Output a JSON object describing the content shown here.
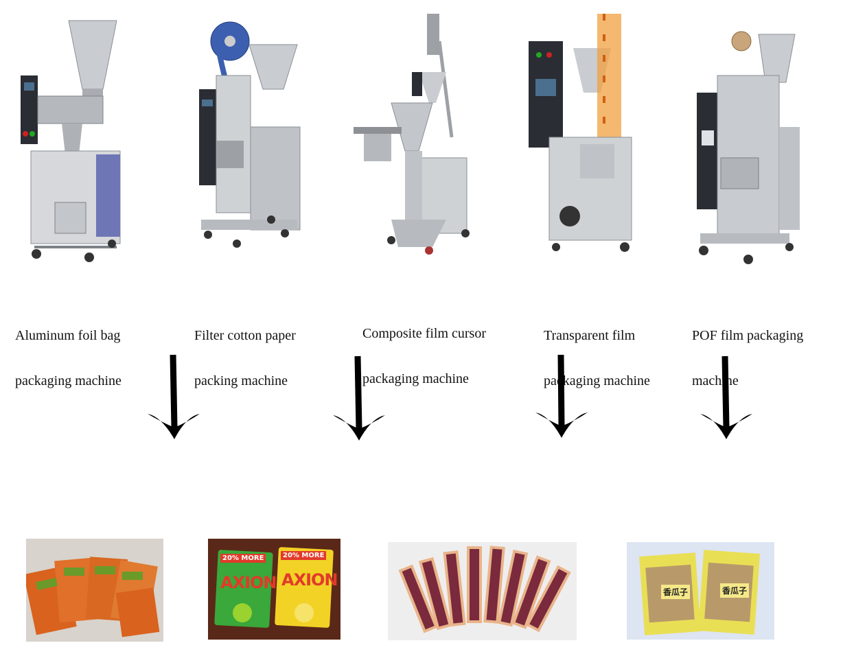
{
  "machines": [
    {
      "name": "aluminum-foil-machine",
      "label_line1": "Aluminum foil bag",
      "label_line2": "packaging machine"
    },
    {
      "name": "filter-cotton-machine",
      "label_line1": "Filter cotton paper",
      "label_line2": "packing machine"
    },
    {
      "name": "composite-film-machine",
      "label_line1": "Composite film cursor",
      "label_line2": "packaging machine"
    },
    {
      "name": "transparent-film-machine",
      "label_line1": "Transparent film",
      "label_line2": "packaging machine"
    },
    {
      "name": "pof-film-machine",
      "label_line1": "POF film packaging",
      "label_line2": "machine"
    }
  ],
  "products": {
    "detergent_brand": "AXION",
    "detergent_badge": "20% MORE",
    "seed_label": "香瓜子"
  },
  "colors": {
    "steel": "#b9bcc1",
    "steel_dark": "#7d8288",
    "panel": "#2a2d33",
    "foil_orange": "#d9621f",
    "axion_green": "#3aa83a",
    "axion_yellow": "#f3d226",
    "stick_maroon": "#7a2a3c",
    "seed_yellow": "#e9df55"
  }
}
